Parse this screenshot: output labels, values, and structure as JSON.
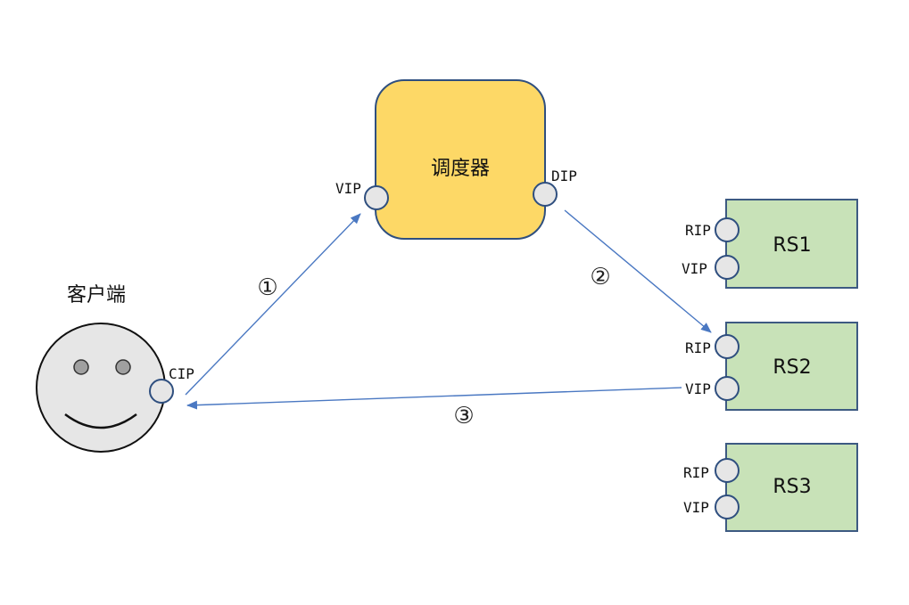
{
  "client": {
    "label": "客户端",
    "port_label": "CIP"
  },
  "scheduler": {
    "label": "调度器",
    "in_port_label": "VIP",
    "out_port_label": "DIP"
  },
  "servers": [
    {
      "label": "RS1",
      "port_top": "RIP",
      "port_bottom": "VIP"
    },
    {
      "label": "RS2",
      "port_top": "RIP",
      "port_bottom": "VIP"
    },
    {
      "label": "RS3",
      "port_top": "RIP",
      "port_bottom": "VIP"
    }
  ],
  "steps": [
    {
      "label": "①"
    },
    {
      "label": "②"
    },
    {
      "label": "③"
    }
  ],
  "colors": {
    "scheduler_fill": "#fdd866",
    "server_fill": "#c8e2b8",
    "port_fill": "#e6e6e6",
    "arrow": "#4a78c2",
    "outline": "#2f4f7f"
  }
}
